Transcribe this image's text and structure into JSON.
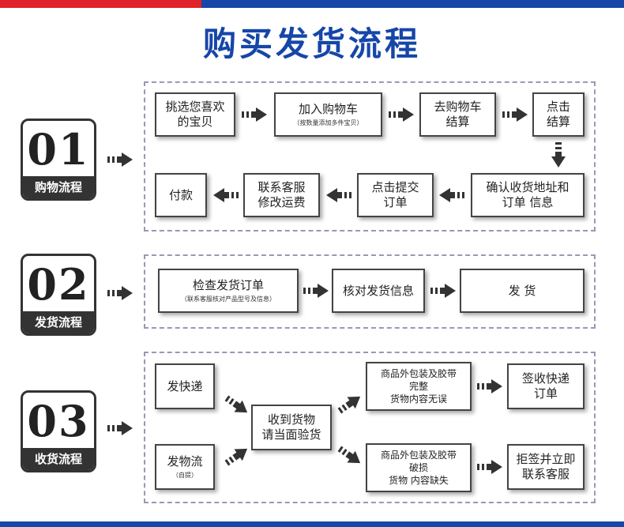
{
  "title": "购买发货流程",
  "colors": {
    "brand_blue": "#1646a8",
    "brand_red": "#e0202a",
    "box_border": "#444444",
    "dash": "#9c96b8"
  },
  "stages": [
    {
      "number": "01",
      "label": "购物流程",
      "steps": [
        {
          "text": "挑选您喜欢\n的宝贝"
        },
        {
          "text": "加入购物车",
          "sub": "（按数量添加多件宝贝）"
        },
        {
          "text": "去购物车\n结算"
        },
        {
          "text": "点击\n结算"
        },
        {
          "text": "确认收货地址和\n订单 信息"
        },
        {
          "text": "点击提交\n订单"
        },
        {
          "text": "联系客服\n修改运费"
        },
        {
          "text": "付款"
        }
      ]
    },
    {
      "number": "02",
      "label": "发货流程",
      "steps": [
        {
          "text": "检查发货订单",
          "sub": "（联系客服核对产品型号及信息）"
        },
        {
          "text": "核对发货信息"
        },
        {
          "text": "发 货"
        }
      ]
    },
    {
      "number": "03",
      "label": "收货流程",
      "steps": [
        {
          "text": "发快递"
        },
        {
          "text": "发物流",
          "sub": "（自提）"
        },
        {
          "text": "收到货物\n请当面验货"
        },
        {
          "text": "商品外包装及胶带\n完整\n货物内容无误"
        },
        {
          "text": "商品外包装及胶带\n破损\n货物 内容缺失"
        },
        {
          "text": "签收快递\n订单"
        },
        {
          "text": "拒签并立即\n联系客服"
        }
      ]
    }
  ]
}
